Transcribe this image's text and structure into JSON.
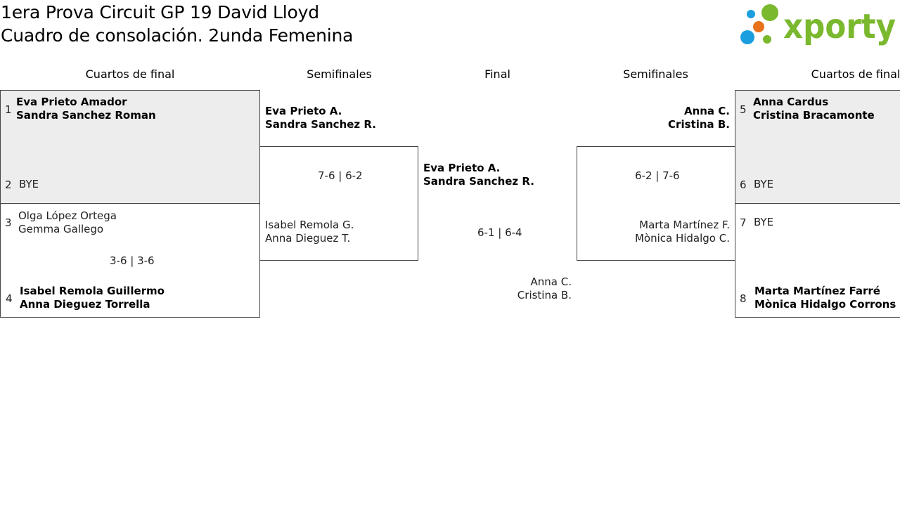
{
  "header": {
    "title_line1": "1era Prova Circuit GP 19 David Lloyd",
    "title_line2": "Cuadro de consolación. 2unda Femenina",
    "logo_text": "xporty",
    "logo_colors": {
      "green": "#7ab82e",
      "blue": "#1a9ee0",
      "orange": "#e8731a"
    }
  },
  "rounds": {
    "left_quarterfinals": "Cuartos de final",
    "left_semifinals": "Semifinales",
    "final": "Final",
    "right_semifinals": "Semifinales",
    "right_quarterfinals": "Cuartos de final"
  },
  "left_quarterfinals": {
    "match1": {
      "slot1": {
        "seed": "1",
        "player1": "Eva Prieto Amador",
        "player2": "Sandra Sanchez Roman",
        "winner": true
      },
      "slot2": {
        "seed": "2",
        "player1": "BYE"
      }
    },
    "match2": {
      "slot1": {
        "seed": "3",
        "player1": "Olga López Ortega",
        "player2": "Gemma Gallego"
      },
      "score": "3-6 | 3-6",
      "slot2": {
        "seed": "4",
        "player1": "Isabel Remola Guillermo",
        "player2": "Anna Dieguez Torrella",
        "winner": true
      }
    }
  },
  "left_semifinal": {
    "top": {
      "player1": "Eva Prieto A.",
      "player2": "Sandra Sanchez R.",
      "winner": true
    },
    "score": "7-6 | 6-2",
    "bottom": {
      "player1": "Isabel Remola G.",
      "player2": "Anna Dieguez T."
    }
  },
  "final": {
    "top": {
      "player1": "Eva Prieto A.",
      "player2": "Sandra Sanchez R.",
      "winner": true
    },
    "score": "6-1 | 6-4",
    "bottom": {
      "player1": "Anna C.",
      "player2": "Cristina B."
    }
  },
  "right_semifinal": {
    "top": {
      "player1": "Anna C.",
      "player2": "Cristina B.",
      "winner": true
    },
    "score": "6-2 | 7-6",
    "bottom": {
      "player1": "Marta Martínez F.",
      "player2": "Mònica Hidalgo C."
    }
  },
  "right_quarterfinals": {
    "match1": {
      "slot1": {
        "seed": "5",
        "player1": "Anna Cardus",
        "player2": "Cristina Bracamonte",
        "winner": true
      },
      "slot2": {
        "seed": "6",
        "player1": "BYE"
      }
    },
    "match2": {
      "slot1": {
        "seed": "7",
        "player1": "BYE"
      },
      "slot2": {
        "seed": "8",
        "player1": "Marta Martínez Farré",
        "player2": "Mònica Hidalgo Corrons",
        "winner": true
      }
    }
  }
}
